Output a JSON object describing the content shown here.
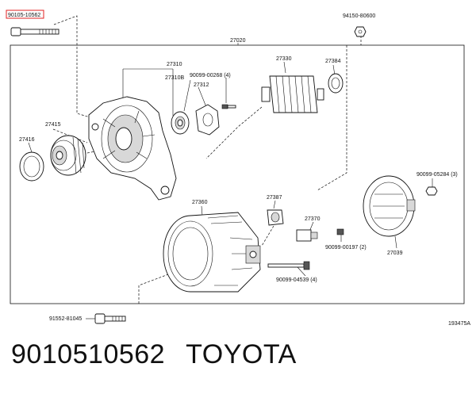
{
  "diagram": {
    "highlighted_part": "90105-10562",
    "parts": {
      "p94150": "94150-80600",
      "p27020": "27020",
      "p27310": "27310",
      "p27310b": "27310B",
      "p90099_268": "90099-00268 (4)",
      "p27312": "27312",
      "p27330": "27330",
      "p27384": "27384",
      "p27415": "27415",
      "p27416": "27416",
      "p90099_284": "90099-05284 (3)",
      "p27360": "27360",
      "p27387": "27387",
      "p27370": "27370",
      "p90099_197": "90099-00197 (2)",
      "p27039": "27039",
      "p90099_539": "90099-04539 (4)",
      "p91552": "91552-81045"
    },
    "figure_code": "193475A"
  },
  "caption": {
    "part_number": "9010510562",
    "brand": "TOYOTA"
  }
}
